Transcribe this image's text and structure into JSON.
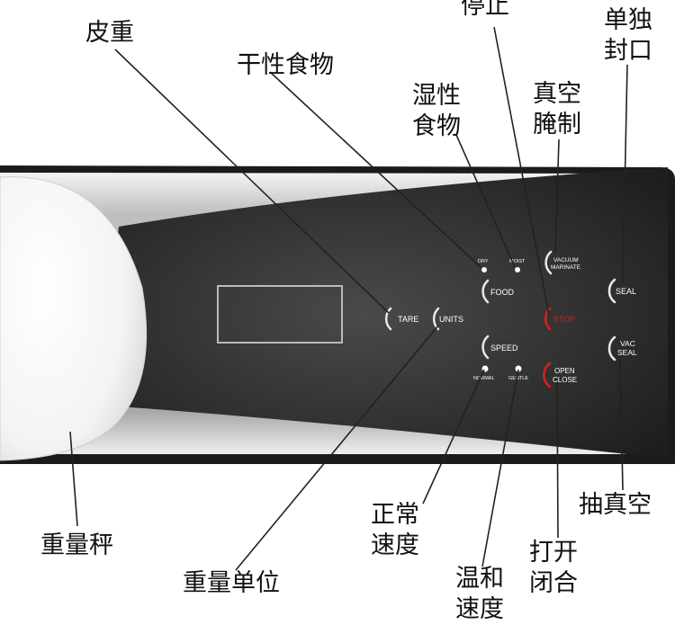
{
  "callouts": {
    "tare": "皮重",
    "dry_food": "干性食物",
    "moist_food": "湿性\n食物",
    "stop": "停止",
    "vacuum_marinate": "真空\n腌制",
    "seal_only": "单独\n封口",
    "scale": "重量秤",
    "units": "重量单位",
    "normal_speed": "正常\n速度",
    "gentle_speed": "温和\n速度",
    "open_close": "打开\n闭合",
    "vac_seal": "抽真空"
  },
  "panel": {
    "tare": "TARE",
    "units": "UNITS",
    "food": "FOOD",
    "speed": "SPEED",
    "dry": "DRY",
    "moist": "MOIST",
    "normal": "NORMAL",
    "gentle": "GENTLE",
    "vacuum": "VACUUM",
    "marinate": "MARINATE",
    "stop": "STOP",
    "open": "OPEN",
    "close": "CLOSE",
    "seal": "SEAL",
    "vac": "VAC",
    "vac_seal_line2": "SEAL"
  },
  "colors": {
    "panel_dark": "#333333",
    "accent_red": "#d81f1f",
    "text_light": "#ffffff"
  }
}
